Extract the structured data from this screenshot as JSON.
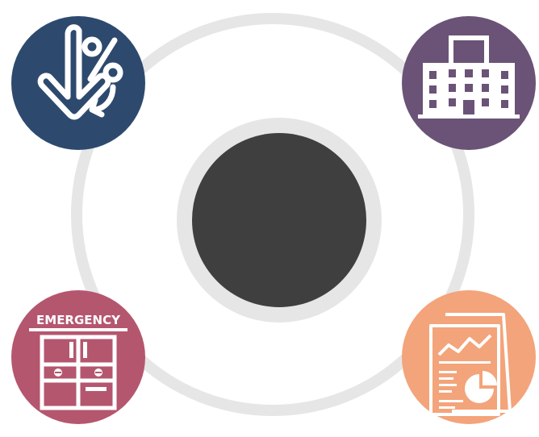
{
  "diagram": {
    "nodes": [
      {
        "position": "top-left",
        "icon": "percent-down-arrow-icon",
        "color": "#2d4a6e"
      },
      {
        "position": "top-right",
        "icon": "hospital-icon",
        "color": "#6a5377"
      },
      {
        "position": "bottom-left",
        "icon": "emergency-door-icon",
        "color": "#b5566f",
        "label": "EMERGENCY"
      },
      {
        "position": "bottom-right",
        "icon": "report-chart-icon",
        "color": "#f3a47a"
      }
    ],
    "center_color": "#3f3f3f",
    "ring_color": "#e6e6e6"
  }
}
